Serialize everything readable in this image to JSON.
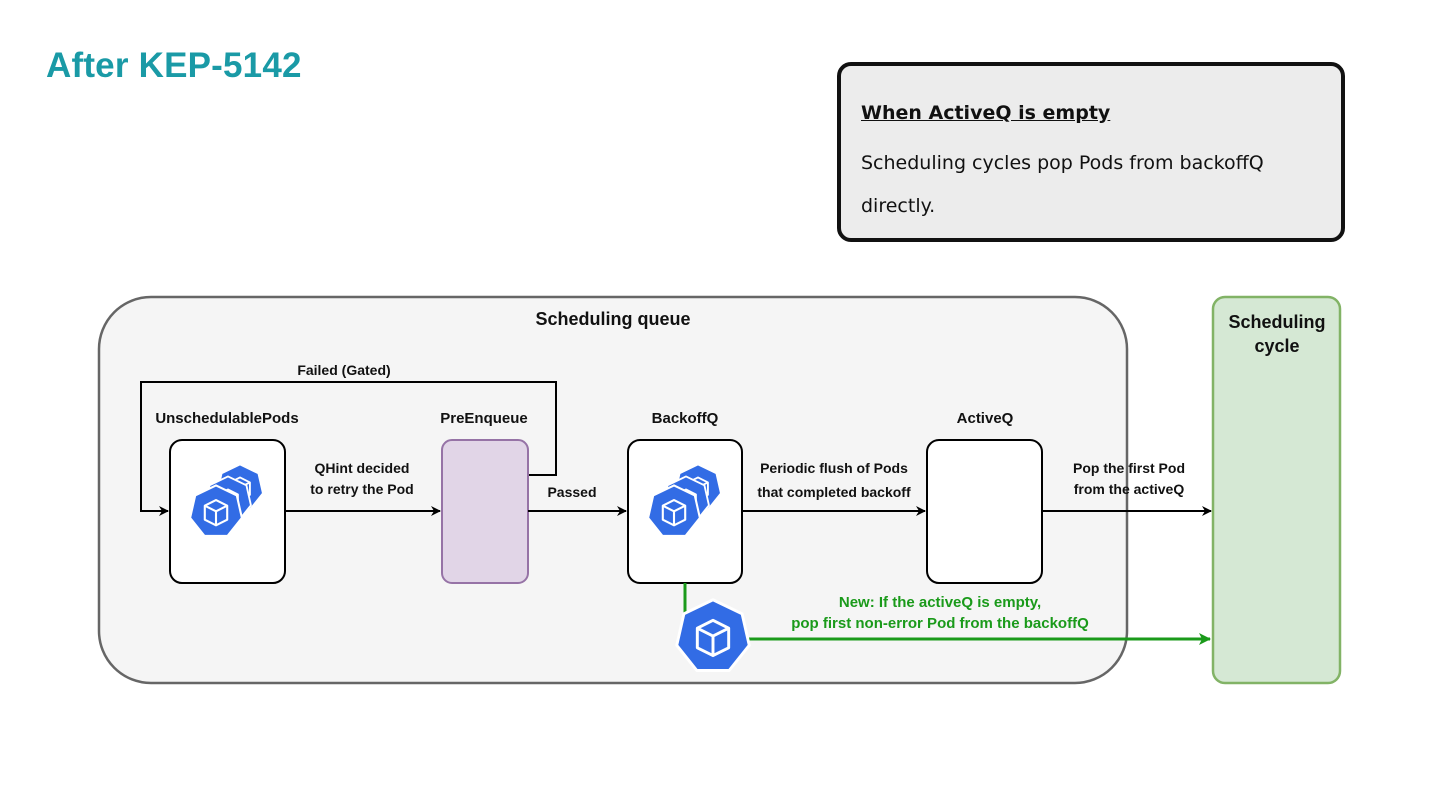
{
  "title": "After KEP-5142",
  "note": {
    "heading": "When ActiveQ is empty",
    "body": "Scheduling cycles pop Pods from backoffQ directly."
  },
  "diagram": {
    "queue_label": "Scheduling queue",
    "cycle_label_line1": "Scheduling",
    "cycle_label_line2": "cycle",
    "failed_gated_label": "Failed (Gated)",
    "unschedulable_label": "UnschedulablePods",
    "preenqueue_label": "PreEnqueue",
    "backoffq_label": "BackoffQ",
    "activeq_label": "ActiveQ",
    "qhint_line1": "QHint decided",
    "qhint_line2": "to retry the Pod",
    "passed_label": "Passed",
    "flush_line1": "Periodic flush of Pods",
    "flush_line2": "that completed backoff",
    "pop_line1": "Pop the first Pod",
    "pop_line2": "from the activeQ",
    "new_line1": "New: If the activeQ is empty,",
    "new_line2": "pop first non-error Pod from the backoffQ"
  },
  "icons": {
    "pod_stack": "kubernetes-pod-stack-icon",
    "pod": "kubernetes-pod-icon"
  },
  "colors": {
    "title": "#1a9aa6",
    "kube_blue": "#326ce5",
    "new_path_green": "#1a9a1a",
    "preenqueue_fill": "#e1d5e7",
    "preenqueue_stroke": "#9673a6",
    "cycle_fill": "#d5e8d4",
    "cycle_stroke": "#82b366"
  }
}
